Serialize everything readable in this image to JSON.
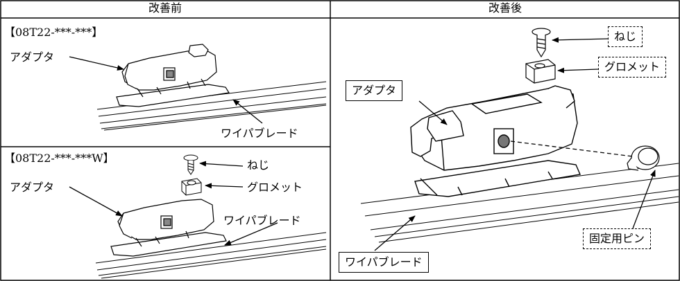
{
  "headers": {
    "before": "改善前",
    "after": "改善後"
  },
  "panel_top_left": {
    "part_no": "【08T22-***-***】",
    "adapter": "アダプタ",
    "blade": "ワイパブレード"
  },
  "panel_bottom_left": {
    "part_no": "【08T22-***-***W】",
    "adapter": "アダプタ",
    "screw": "ねじ",
    "grommet": "グロメット",
    "blade": "ワイパブレード"
  },
  "panel_right": {
    "screw": "ねじ",
    "grommet": "グロメット",
    "adapter": "アダプタ",
    "blade": "ワイパブレード",
    "pin": "固定用ピン"
  }
}
